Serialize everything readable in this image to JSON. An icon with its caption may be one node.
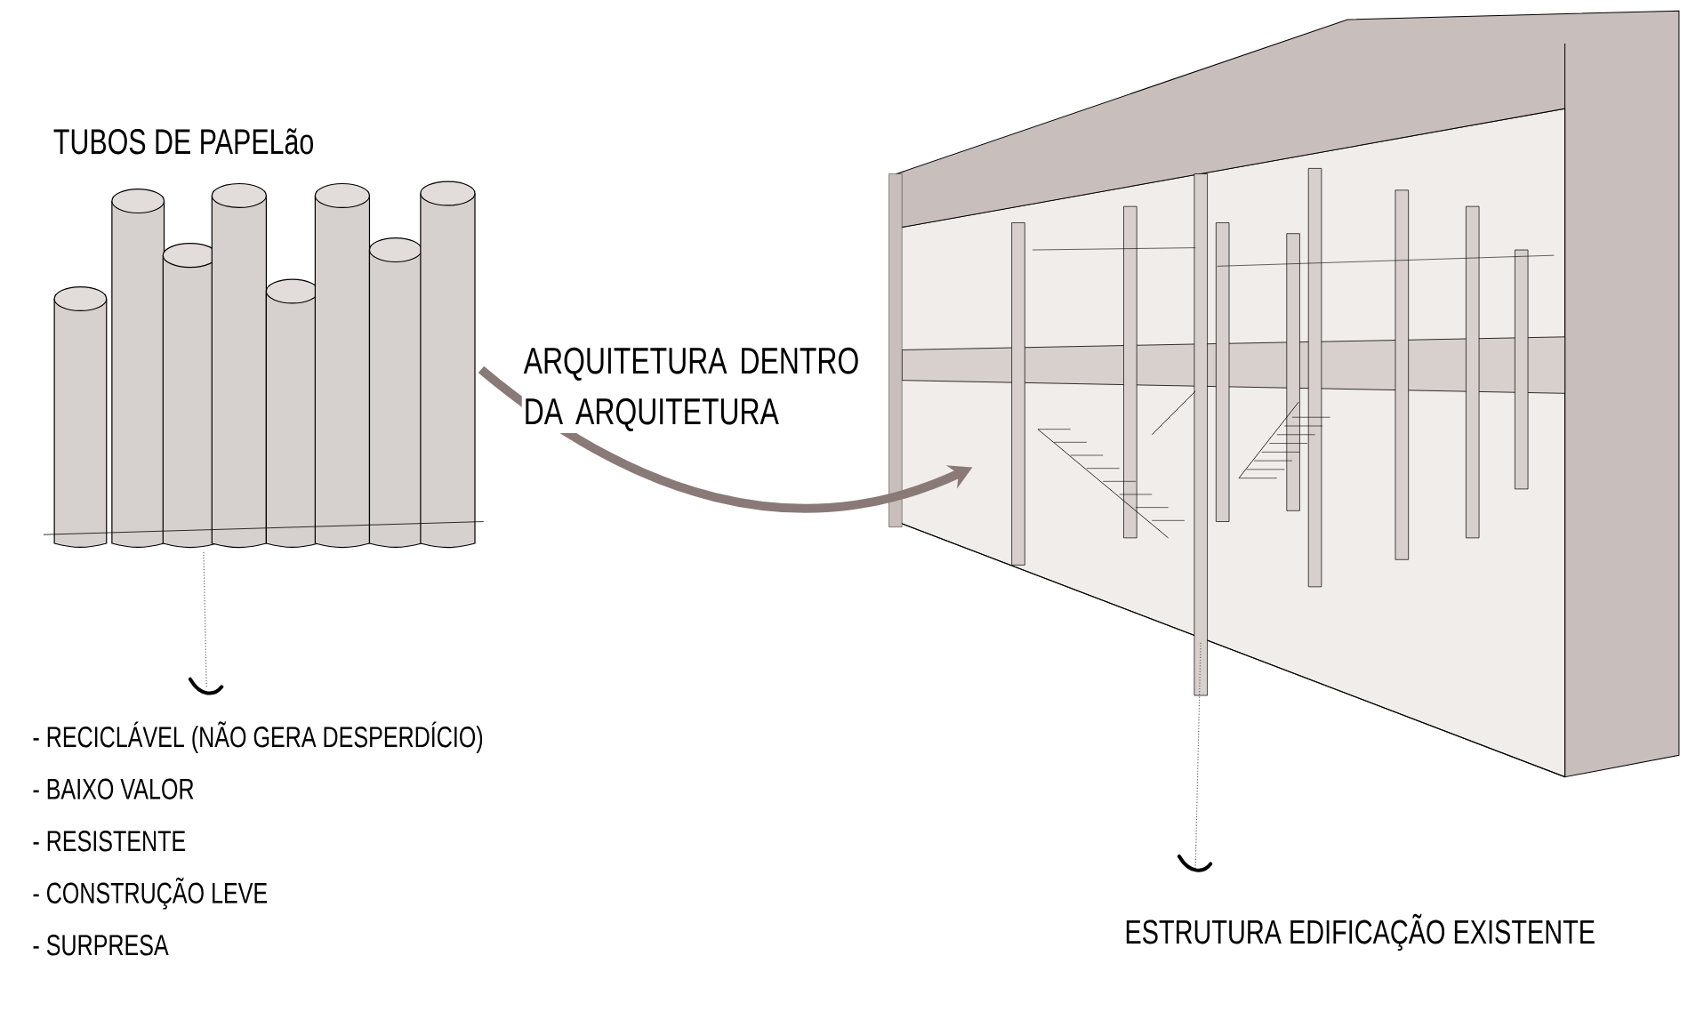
{
  "diagram": {
    "nodes": [
      {
        "text": [
          "TUBOS DE PAPELão"
        ]
      },
      {
        "text": [],
        "shape": "picture"
      },
      {
        "text": [
          "- RECICLÁVEL (NÃO GERA DESPERDÍCIO)",
          "- BAIXO VALOR",
          "- RESISTENTE",
          "- CONSTRUÇÃO LEVE",
          "- SURPRESA"
        ]
      },
      {
        "text": [
          "ESTRUTURA EDIFICAÇÃO EXISTENTE"
        ]
      }
    ],
    "edges": [
      {
        "from": 0,
        "to": 1,
        "arrow": "to",
        "label": "ARQUITETURA DENTRO DA ARQUITETURA",
        "style": "thick",
        "color": "#8a7a77"
      },
      {
        "from": 2,
        "to": 0,
        "arrow": "none",
        "style": "dashed"
      },
      {
        "from": 3,
        "to": 1,
        "arrow": "none",
        "style": "dashed"
      }
    ]
  }
}
